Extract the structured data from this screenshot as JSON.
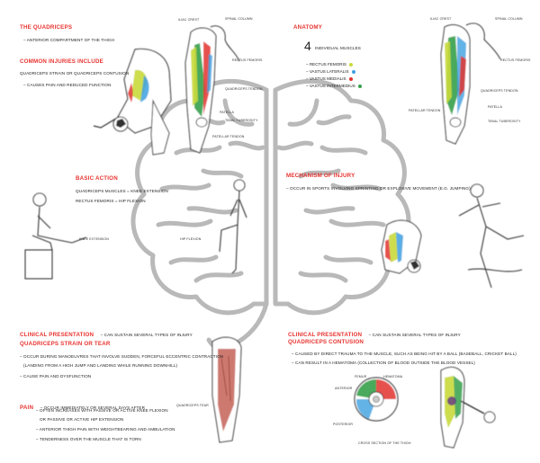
{
  "left_top": {
    "heading": "THE QUADRICEPS",
    "desc": "– ANTERIOR COMPARTMENT OF THE THIGH",
    "injuries_heading": "COMMON INJURIES INCLUDE",
    "injury_1": "QUADRICEPS STRAIN OR QUADRICEPS CONTUSION",
    "injury_2": "– CAUSES PAIN AND REDUCED FUNCTION"
  },
  "top_labels": {
    "iliac_crest": "ILIAC CREST",
    "spinal_column": "SPINAL COLUMN",
    "rectus_femoris": "RECTUS FEMORIS",
    "quadriceps_tendon": "QUADRICEPS TENDON",
    "patella": "PATELLA",
    "tibial_tuberosity": "TIBIAL TUBEROSITY",
    "patellar_tendon": "PATELLAR TENDON"
  },
  "anatomy": {
    "heading": "ANATOMY",
    "count": "4",
    "count_label": "INDIVIDUAL MUSCLES",
    "muscles": [
      {
        "name": "– RECTUS FEMORIS",
        "color": "#c9d93a"
      },
      {
        "name": "– VASTUS LATERALIS",
        "color": "#3da0e0"
      },
      {
        "name": "– VASTUS MEDIALIS",
        "color": "#e2322e"
      },
      {
        "name": "– VASTUS INTERMEDIUS",
        "color": "#35a04a"
      }
    ]
  },
  "right_top_labels": {
    "iliac_crest": "ILIAC CREST",
    "spinal_column": "SPINAL COLUMN",
    "rectus_femoris": "RECTUS FEMORIS",
    "quadriceps_tendon": "QUADRICEPS TENDON",
    "patellar_tendon": "PATELLAR TENDON",
    "patella": "PATELLA",
    "tibial_tuberosity": "TIBIAL TUBEROSITY"
  },
  "basic_action": {
    "heading": "BASIC ACTION",
    "line_1": "QUADRICEPS MUSCLES = KNEE EXTENSION",
    "line_2": "RECTUS FEMORIS = HIP FLEXION",
    "knee_extension": "KNEE EXTENSION",
    "hip_flexion": "HIP FLEXION"
  },
  "mechanism": {
    "heading": "MECHANISM OF INJURY",
    "line_1": "– OCCUR IN SPORTS INVOLVING SPRINTING OR EXPLOSIVE MOVEMENT (E.G. JUMPING)"
  },
  "clinical_left": {
    "heading": "CLINICAL PRESENTATION",
    "heading_suffix": "– CAN SUSTAIN SEVERAL TYPES OF INJURY",
    "strain_heading": "QUADRICEPS STRAIN OR TEAR",
    "strain_1": "– OCCUR DURING MANOEUVRES THAT INVOLVE SUDDEN, FORCEFUL ECCENTRIC CONTRACTION",
    "strain_2": "(LANDING FROM A HIGH JUMP AND LANDING WHILE RUNNING DOWNHILL)",
    "strain_3": "– CAUSE PAIN AND DYSFUNCTION",
    "pain_heading": "PAIN",
    "pain_suffix": "– OCCUR IMMEDIATELY OR SEVERAL DAYS AFTER",
    "pain_1": "– OFTEN INCREASES WITH PASSIVE OR ACTIVE KNEE FLEXION",
    "pain_2": "OR PASSIVE OR ACTIVE HIP EXTENSION",
    "pain_3": "– ANTERIOR THIGH PAIN WITH WEIGHTBEARING AND AMBULATION",
    "pain_4": "– TENDERNESS OVER THE MUSCLE THAT IS TORN",
    "tear_label": "QUADRICEPS TEAR"
  },
  "clinical_right": {
    "heading": "CLINICAL PRESENTATION",
    "heading_suffix": "– CAN SUSTAIN SEVERAL TYPES OF INJURY",
    "contusion_heading": "QUADRICEPS CONTUSION",
    "contusion_1": "– CAUSED BY DIRECT TRAUMA TO THE MUSCLE, SUCH AS BEING HIT BY A BALL (BASEBALL, CRICKET BALL)",
    "contusion_2": "– CAN RESULT IN A HEMATOMA (COLLECTION OF BLOOD OUTSIDE THE BLOOD VESSEL)",
    "femur": "FEMUR",
    "hematoma": "HEMATOMA",
    "anterior": "ANTERIOR",
    "posterior": "POSTERIOR",
    "cross_section": "CROSS SECTION OF THE THIGH"
  }
}
